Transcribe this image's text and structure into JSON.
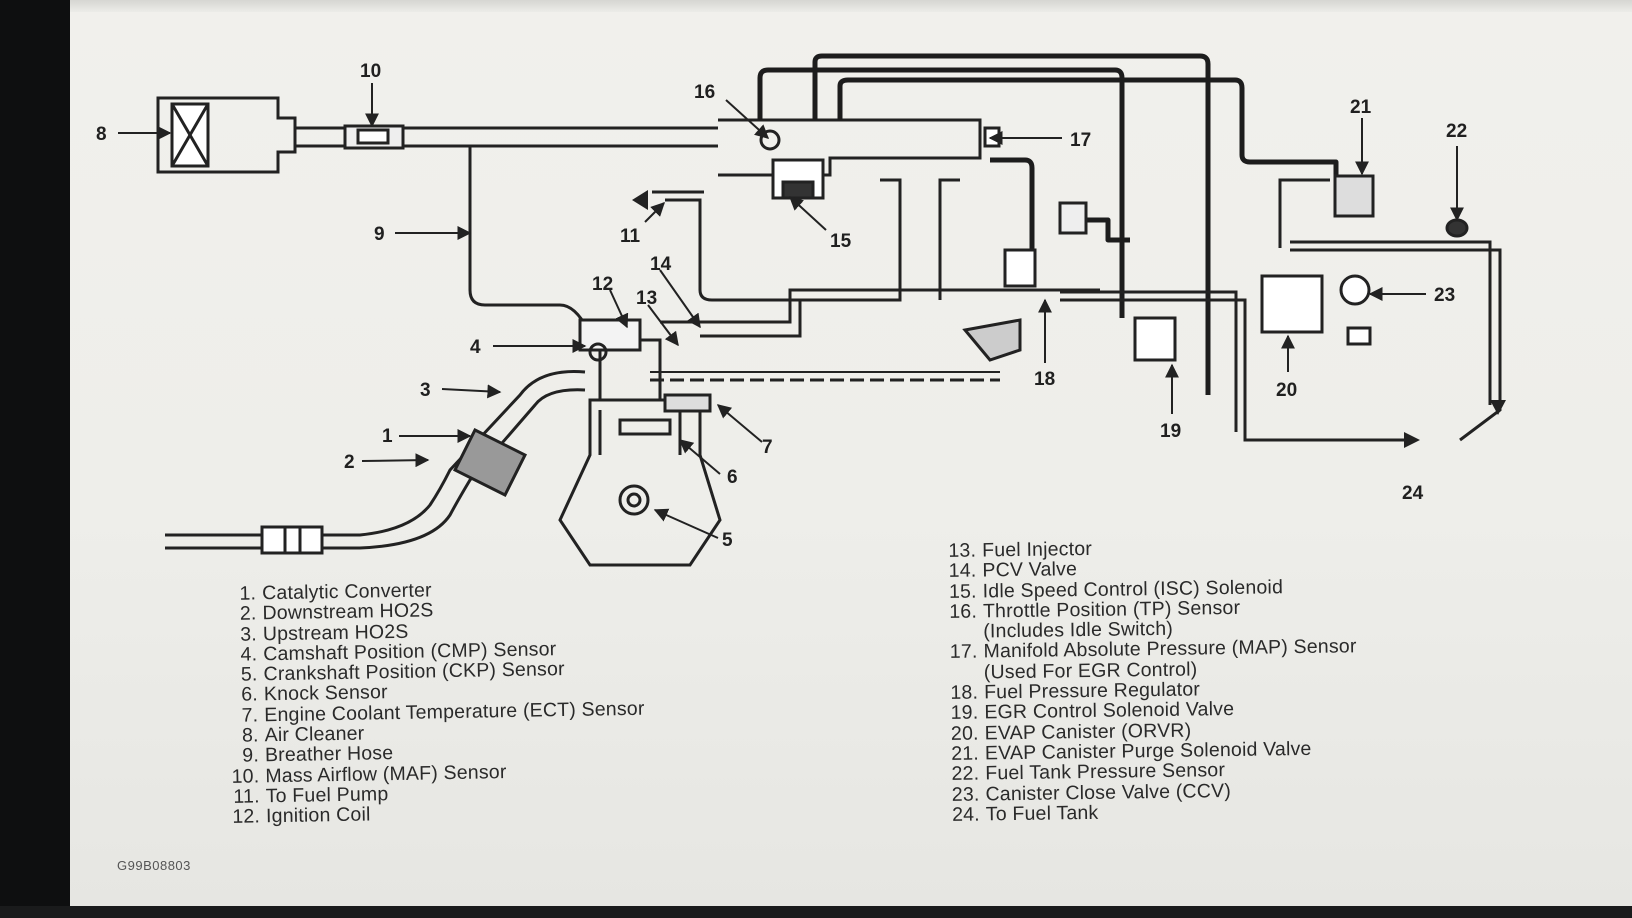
{
  "callouts": {
    "c1": "1",
    "c2": "2",
    "c3": "3",
    "c4": "4",
    "c5": "5",
    "c6": "6",
    "c7": "7",
    "c8": "8",
    "c9": "9",
    "c10": "10",
    "c11": "11",
    "c12": "12",
    "c13": "13",
    "c14": "14",
    "c15": "15",
    "c16": "16",
    "c17": "17",
    "c18": "18",
    "c19": "19",
    "c20": "20",
    "c21": "21",
    "c22": "22",
    "c23": "23",
    "c24": "24"
  },
  "legend_left": [
    {
      "num": "1.",
      "text": "Catalytic Converter"
    },
    {
      "num": "2.",
      "text": "Downstream HO2S"
    },
    {
      "num": "3.",
      "text": "Upstream HO2S"
    },
    {
      "num": "4.",
      "text": "Camshaft Position (CMP) Sensor"
    },
    {
      "num": "5.",
      "text": "Crankshaft Position (CKP) Sensor"
    },
    {
      "num": "6.",
      "text": "Knock Sensor"
    },
    {
      "num": "7.",
      "text": "Engine Coolant Temperature (ECT) Sensor"
    },
    {
      "num": "8.",
      "text": "Air Cleaner"
    },
    {
      "num": "9.",
      "text": "Breather Hose"
    },
    {
      "num": "10.",
      "text": "Mass Airflow (MAF) Sensor"
    },
    {
      "num": "11.",
      "text": "To Fuel Pump"
    },
    {
      "num": "12.",
      "text": "Ignition Coil"
    }
  ],
  "legend_right": [
    {
      "num": "13.",
      "text": "Fuel Injector"
    },
    {
      "num": "14.",
      "text": "PCV Valve"
    },
    {
      "num": "15.",
      "text": "Idle Speed Control (ISC) Solenoid"
    },
    {
      "num": "16.",
      "text": "Throttle Position (TP) Sensor"
    },
    {
      "num": "",
      "text": "(Includes Idle Switch)"
    },
    {
      "num": "17.",
      "text": "Manifold Absolute Pressure (MAP) Sensor"
    },
    {
      "num": "",
      "text": "(Used For EGR Control)"
    },
    {
      "num": "18.",
      "text": "Fuel Pressure Regulator"
    },
    {
      "num": "19.",
      "text": "EGR Control Solenoid Valve"
    },
    {
      "num": "20.",
      "text": "EVAP Canister (ORVR)"
    },
    {
      "num": "21.",
      "text": "EVAP Canister Purge Solenoid Valve"
    },
    {
      "num": "22.",
      "text": "Fuel Tank Pressure Sensor"
    },
    {
      "num": "23.",
      "text": "Canister Close Valve (CCV)"
    },
    {
      "num": "24.",
      "text": "To Fuel Tank"
    }
  ],
  "figure_code": "G99B08803"
}
